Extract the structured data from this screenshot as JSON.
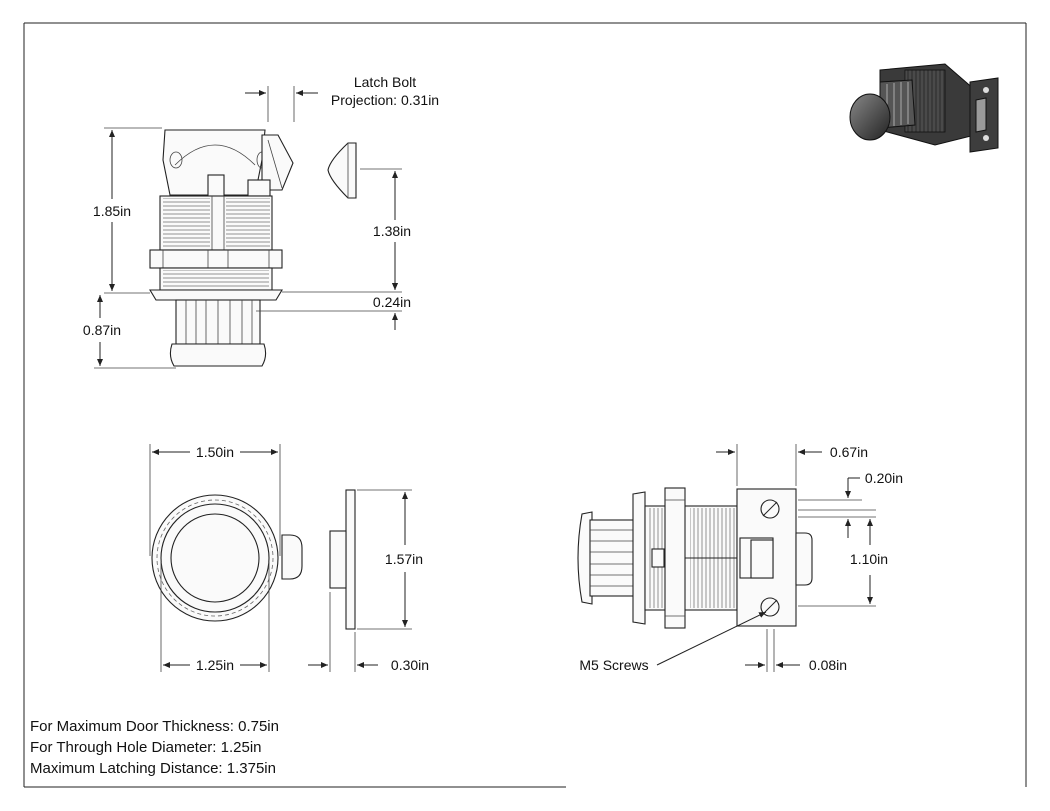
{
  "side_view": {
    "latch_bolt_label_1": "Latch Bolt",
    "latch_bolt_label_2": "Projection: 0.31in",
    "overall_height": "1.85in",
    "button_projection": "0.87in",
    "latch_height": "1.38in",
    "flange_thickness": "0.24in"
  },
  "front_view": {
    "flange_diameter": "1.50in",
    "hole_diameter": "1.25in",
    "plate_height": "1.57in",
    "plate_depth": "0.30in"
  },
  "rear_view": {
    "plate_width": "0.67in",
    "screw_offset": "0.20in",
    "screw_spacing": "1.10in",
    "plate_thickness": "0.08in",
    "screws_label": "M5 Screws"
  },
  "notes": [
    "For Maximum Door Thickness: 0.75in",
    "For Through Hole Diameter: 1.25in",
    "Maximum Latching Distance: 1.375in"
  ]
}
